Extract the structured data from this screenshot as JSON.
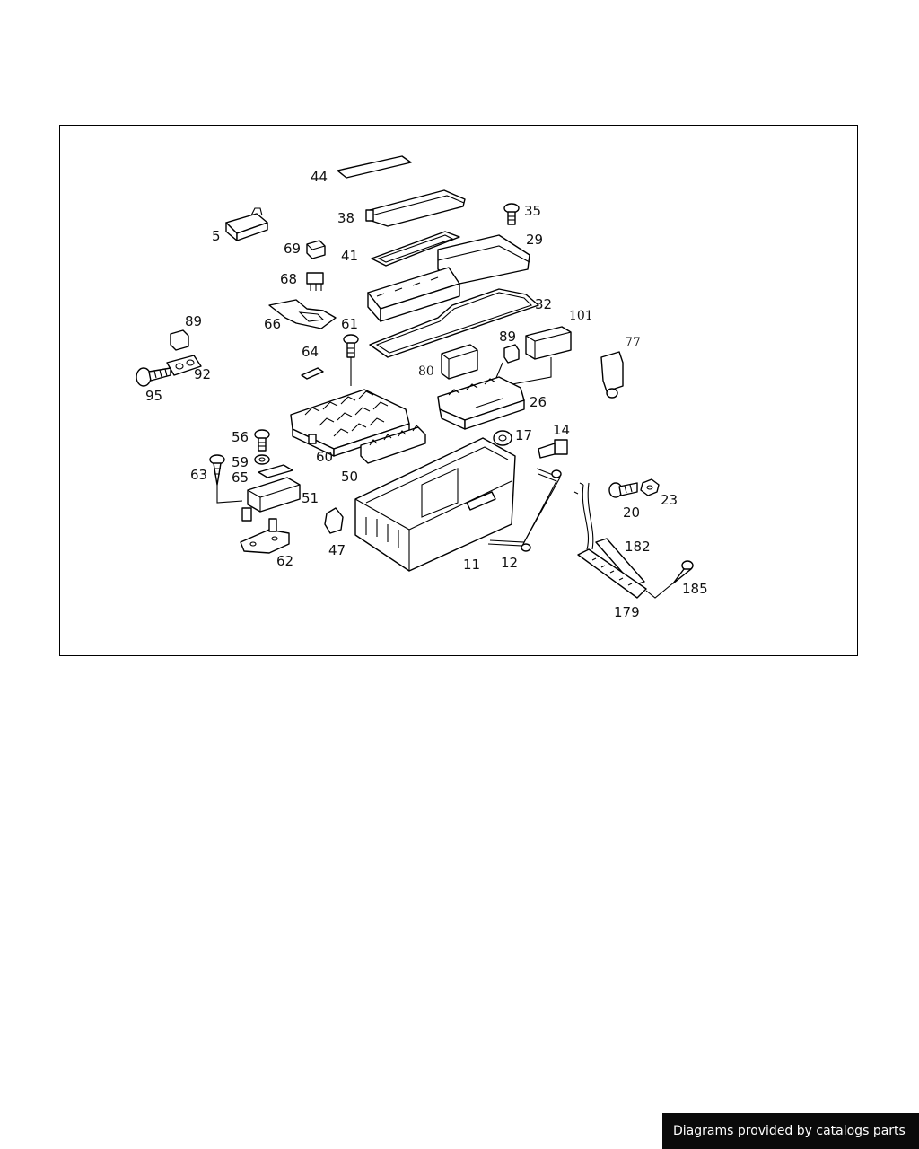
{
  "diagram": {
    "labels": {
      "p44": "44",
      "p38": "38",
      "p35": "35",
      "p5": "5",
      "p29": "29",
      "p69": "69",
      "p41": "41",
      "p68": "68",
      "p32": "32",
      "p66": "66",
      "p61": "61",
      "p101": "101",
      "p89a": "89",
      "p77": "77",
      "p89b": "89",
      "p64": "64",
      "p92": "92",
      "p80": "80",
      "p95": "95",
      "p26": "26",
      "p14": "14",
      "p17": "17",
      "p56": "56",
      "p60": "60",
      "p59": "59",
      "p63": "63",
      "p65": "65",
      "p50": "50",
      "p51": "51",
      "p23": "23",
      "p20": "20",
      "p182": "182",
      "p47": "47",
      "p62": "62",
      "p11": "11",
      "p12": "12",
      "p185": "185",
      "p179": "179"
    }
  },
  "footer": {
    "credit": "Diagrams provided by catalogs parts"
  }
}
